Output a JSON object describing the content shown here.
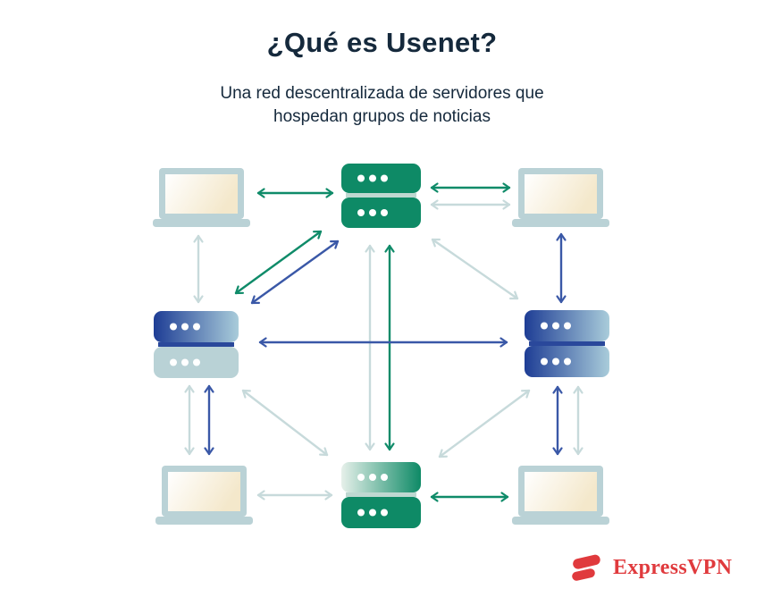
{
  "header": {
    "title": "¿Qué es Usenet?",
    "subtitle_lines": [
      "Una red descentralizada de servidores que",
      "hospedan grupos de noticias"
    ]
  },
  "diagram": {
    "nodes": [
      {
        "id": "laptop-top-left",
        "type": "laptop"
      },
      {
        "id": "laptop-top-right",
        "type": "laptop"
      },
      {
        "id": "laptop-bottom-left",
        "type": "laptop"
      },
      {
        "id": "laptop-bottom-right",
        "type": "laptop"
      },
      {
        "id": "server-top",
        "type": "news-server",
        "style": "solid-green"
      },
      {
        "id": "server-left",
        "type": "news-server",
        "style": "blue-gradient-top-pale-bottom"
      },
      {
        "id": "server-right",
        "type": "news-server",
        "style": "blue-gradient-both"
      },
      {
        "id": "server-bottom",
        "type": "news-server",
        "style": "green-gradient-top-solid-bottom"
      }
    ],
    "connections": [
      {
        "from": "laptop-top-left",
        "to": "server-top",
        "color": "green",
        "bidirectional": true
      },
      {
        "from": "server-top",
        "to": "laptop-top-right",
        "color": "green",
        "bidirectional": true
      },
      {
        "from": "server-top",
        "to": "laptop-top-right",
        "color": "pale",
        "bidirectional": true
      },
      {
        "from": "laptop-top-left",
        "to": "server-left",
        "color": "pale",
        "bidirectional": true
      },
      {
        "from": "laptop-top-right",
        "to": "server-right",
        "color": "navy",
        "bidirectional": true
      },
      {
        "from": "server-top",
        "to": "server-left",
        "color": "green",
        "bidirectional": true
      },
      {
        "from": "server-top",
        "to": "server-left",
        "color": "navy",
        "bidirectional": true
      },
      {
        "from": "server-top",
        "to": "server-right",
        "color": "pale",
        "bidirectional": true
      },
      {
        "from": "server-left",
        "to": "server-right",
        "color": "navy",
        "bidirectional": true
      },
      {
        "from": "server-top",
        "to": "server-bottom",
        "color": "pale",
        "bidirectional": true
      },
      {
        "from": "server-top",
        "to": "server-bottom",
        "color": "green",
        "bidirectional": true
      },
      {
        "from": "server-left",
        "to": "laptop-bottom-left",
        "color": "pale",
        "bidirectional": true
      },
      {
        "from": "server-left",
        "to": "laptop-bottom-left",
        "color": "navy",
        "bidirectional": true
      },
      {
        "from": "server-right",
        "to": "laptop-bottom-right",
        "color": "navy",
        "bidirectional": true
      },
      {
        "from": "server-right",
        "to": "laptop-bottom-right",
        "color": "pale",
        "bidirectional": true
      },
      {
        "from": "server-left",
        "to": "server-bottom",
        "color": "pale",
        "bidirectional": true
      },
      {
        "from": "server-bottom",
        "to": "server-right",
        "color": "pale",
        "bidirectional": true
      },
      {
        "from": "laptop-bottom-left",
        "to": "server-bottom",
        "color": "pale",
        "bidirectional": true
      },
      {
        "from": "server-bottom",
        "to": "laptop-bottom-right",
        "color": "green",
        "bidirectional": true
      }
    ]
  },
  "footer": {
    "brand_name": "ExpressVPN"
  },
  "colors": {
    "green": "#0F8B69",
    "navy": "#3A58A7",
    "pale": "#C7DADB",
    "server_green": "#0E8A66",
    "server_sep_pale": "#BFD8D1",
    "server_sep_navy": "#2A489B",
    "server_pale_unit": "#B9D2D6",
    "blue_grad_start": "#1E3D95",
    "blue_grad_end": "#A9CCDA",
    "green_grad_start": "#E6F0EA",
    "green_grad_end": "#0E8A66",
    "laptop_frame": "#BAD2D6",
    "screen_grad_start": "#FFFFFF",
    "screen_grad_end": "#F4E8CB",
    "title_text": "#15293C",
    "brand_red": "#E03A3D",
    "dot_white": "#FFFFFF"
  }
}
